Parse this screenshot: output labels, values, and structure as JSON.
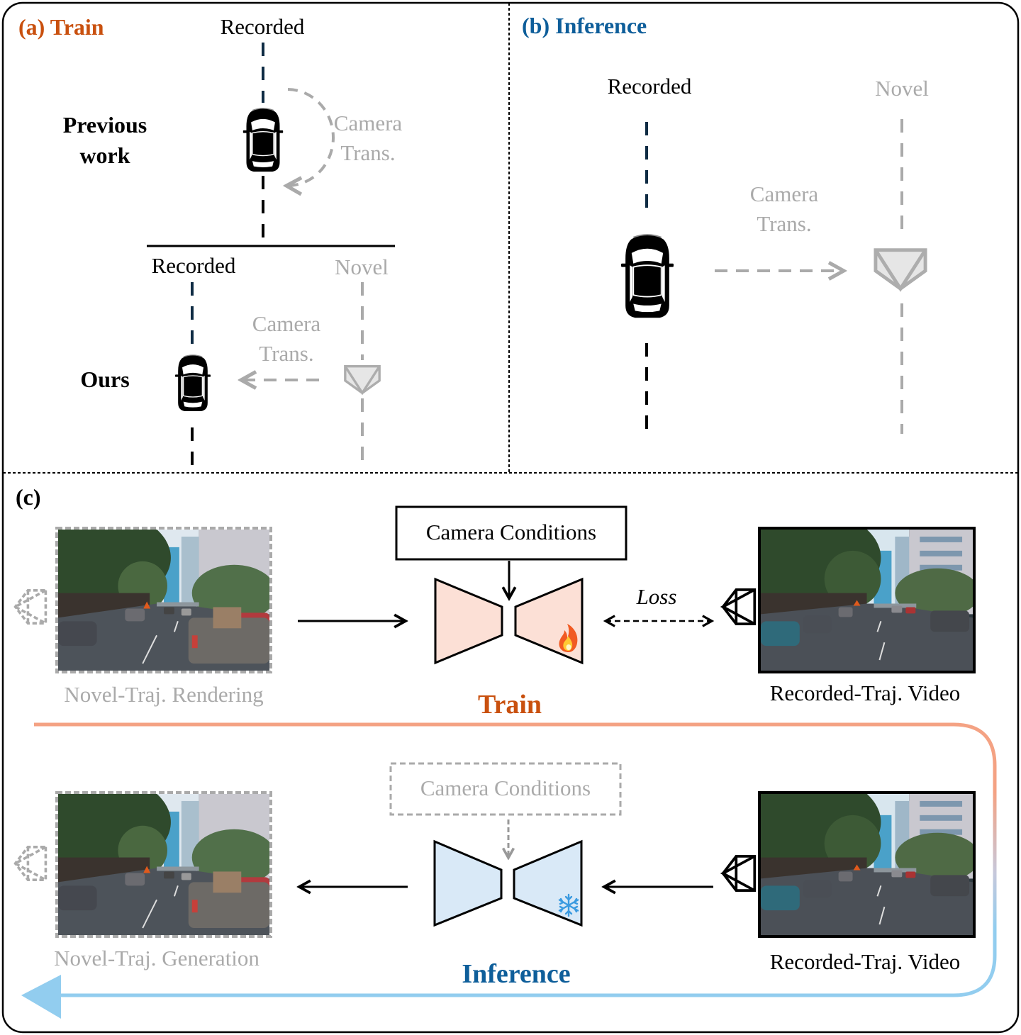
{
  "colors": {
    "train_accent": "#C9500E",
    "inference_accent": "#0E5E9A",
    "recorded_track": "#0F2C44",
    "novel_gray": "#AAAAAA",
    "train_fill": "#FCE0D6",
    "inference_fill": "#D9E9F7",
    "train_arrow": "#F4A283",
    "inference_arrow": "#92CDEF"
  },
  "panel_a": {
    "title": "(a) Train",
    "top_recorded_label": "Recorded",
    "previous_label_line1": "Previous",
    "previous_label_line2": "work",
    "previous_cam_line1": "Camera",
    "previous_cam_line2": "Trans.",
    "ours_recorded_label": "Recorded",
    "ours_novel_label": "Novel",
    "ours_cam_line1": "Camera",
    "ours_cam_line2": "Trans.",
    "ours_label": "Ours"
  },
  "panel_b": {
    "title": "(b) Inference",
    "recorded_label": "Recorded",
    "novel_label": "Novel",
    "cam_line1": "Camera",
    "cam_line2": "Trans."
  },
  "panel_c": {
    "title": "(c)",
    "train_row": {
      "camera_conditions": "Camera Conditions",
      "loss_label": "Loss",
      "left_caption": "Novel-Traj. Rendering",
      "right_caption": "Recorded-Traj. Video",
      "stage_label": "Train",
      "badge_icon": "fire-icon"
    },
    "inference_row": {
      "camera_conditions": "Camera Conditions",
      "left_caption": "Novel-Traj. Generation",
      "right_caption": "Recorded-Traj. Video",
      "stage_label": "Inference",
      "badge_icon": "snowflake-icon"
    }
  }
}
